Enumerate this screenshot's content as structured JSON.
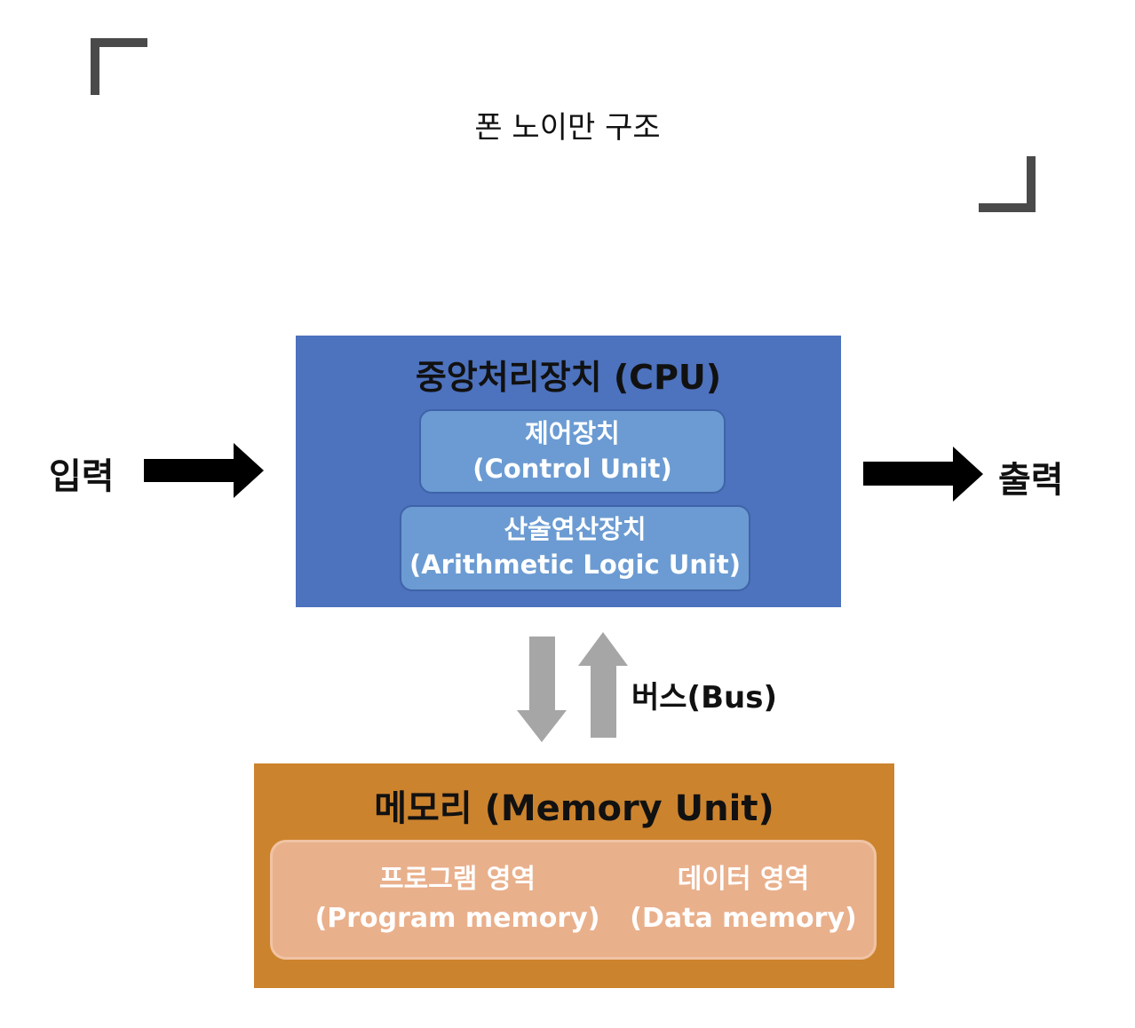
{
  "title": "폰 노이만 구조",
  "cpu": {
    "title": "중앙처리장치 (CPU)",
    "control_unit": {
      "name": "제어장치",
      "english": "(Control Unit)"
    },
    "alu": {
      "name": "산술연산장치",
      "english": "(Arithmetic Logic Unit)"
    }
  },
  "input_label": "입력",
  "output_label": "출력",
  "bus_label": "버스(Bus)",
  "memory": {
    "title": "메모리 (Memory Unit)",
    "program_area": {
      "name": "프로그램 영역",
      "english": "(Program memory)"
    },
    "data_area": {
      "name": "데이터 영역",
      "english": "(Data memory)"
    }
  },
  "colors": {
    "cpu_fill": "#4d72be",
    "cpu_sub_fill": "#6b9bd2",
    "memory_fill": "#cc832e",
    "memory_inner_fill": "#e9b08c",
    "io_arrow": "#000000",
    "bus_arrow": "#a6a6a6",
    "corner_marks": "#4a4a4a"
  }
}
